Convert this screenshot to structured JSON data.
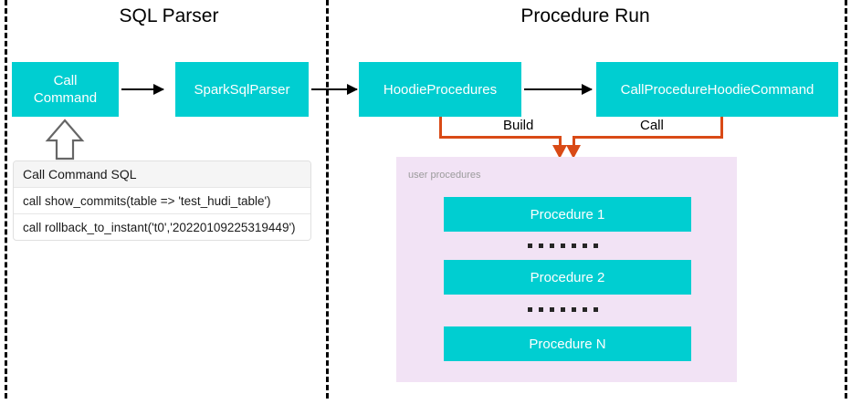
{
  "sections": [
    {
      "title": "SQL Parser"
    },
    {
      "title": "Procedure Run"
    }
  ],
  "flow": {
    "call_command": "Call\nCommand",
    "call_command_line1": "Call",
    "call_command_line2": "Command",
    "spark_sql_parser": "SparkSqlParser",
    "hoodie_procedures": "HoodieProcedures",
    "call_procedure_hoodie_command": "CallProcedureHoodieCommand"
  },
  "sql_table": {
    "header": "Call Command SQL",
    "rows": [
      "call show_commits(table => 'test_hudi_table')",
      "call rollback_to_instant('t0','20220109225319449')"
    ]
  },
  "connectors": {
    "build_label": "Build",
    "call_label": "Call"
  },
  "procedures_panel": {
    "label": "user procedures",
    "items": [
      "Procedure 1",
      "Procedure 2",
      "Procedure N"
    ],
    "separator_dot_count": 7
  },
  "colors": {
    "teal": "#00CED1",
    "orange": "#D94A16",
    "panel": "#F2E3F5",
    "dash": "#000000",
    "table_header": "#f5f5f5"
  }
}
